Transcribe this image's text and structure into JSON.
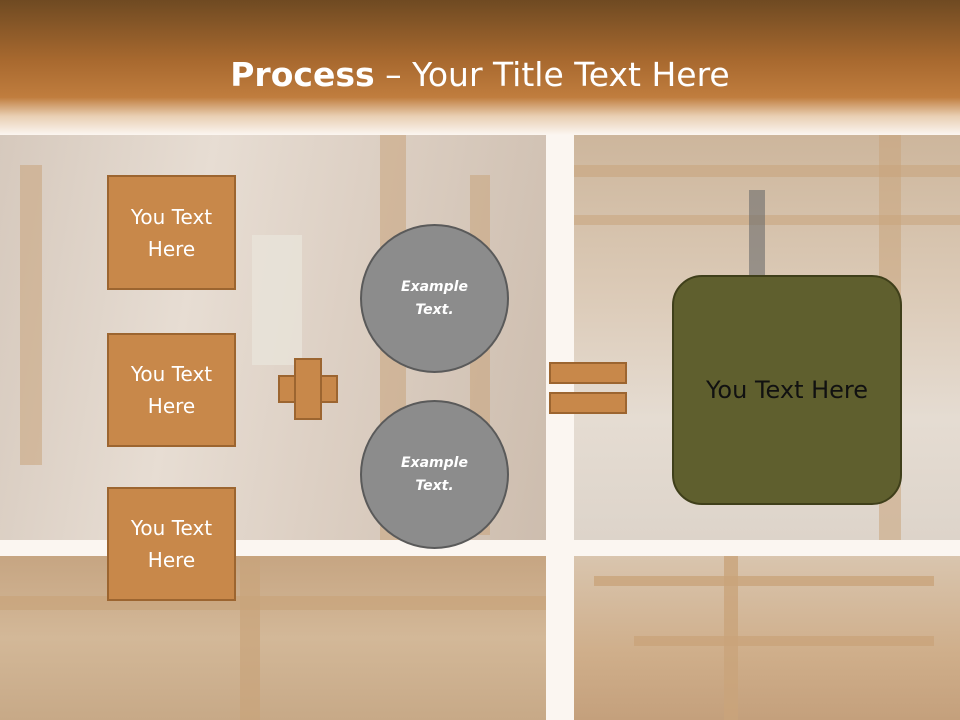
{
  "slide": {
    "title_bold": "Process",
    "title_rest": " – Your Title Text Here"
  },
  "steps": [
    {
      "label": "You Text Here"
    },
    {
      "label": "You Text Here"
    },
    {
      "label": "You Text Here"
    }
  ],
  "examples": [
    {
      "label": "Example Text."
    },
    {
      "label": "Example Text."
    }
  ],
  "result": {
    "label": "You Text Here"
  },
  "colors": {
    "header_brown": "#a8692f",
    "box_orange": "#c8884a",
    "circle_gray": "#8c8c8c",
    "result_olive": "#5f5f2e"
  }
}
